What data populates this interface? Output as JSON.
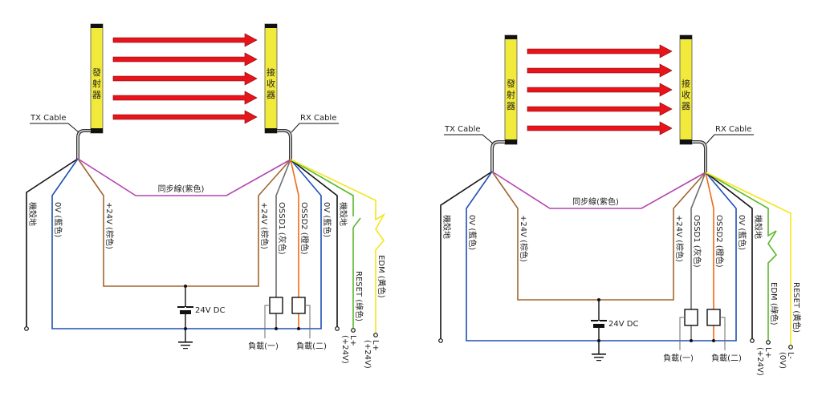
{
  "diagrams": [
    {
      "id": "left",
      "emitter_label": [
        "發",
        "射",
        "器"
      ],
      "receiver_label": [
        "接",
        "收",
        "器"
      ],
      "tx_cable_label": "TX Cable",
      "rx_cable_label": "RX Cable",
      "sync_label": "同步線(紫色)",
      "power_label": "24V DC",
      "tx_wires": {
        "shield": "機殼地",
        "zero_v": "0V (藍色)",
        "plus24": "+24V (棕色)"
      },
      "rx_wires": {
        "plus24": "+24V (棕色)",
        "ossd1": "OSSD1 (灰色)",
        "ossd2": "OSSD2 (橙色)",
        "zero_v": "0V (藍色)",
        "shield": "機殼地",
        "green_wire": "RESET (綠色)",
        "yellow_wire": "EDM (黃色)"
      },
      "load1": "負載(一)",
      "load2": "負載(二)",
      "green_terminal": [
        "L+",
        "(+24V)"
      ],
      "yellow_terminal": [
        "L+",
        "(+24V)"
      ]
    },
    {
      "id": "right",
      "emitter_label": [
        "發",
        "射",
        "器"
      ],
      "receiver_label": [
        "接",
        "收",
        "器"
      ],
      "tx_cable_label": "TX Cable",
      "rx_cable_label": "RX Cable",
      "sync_label": "同步線(紫色)",
      "power_label": "24V DC",
      "tx_wires": {
        "shield": "機殼地",
        "zero_v": "0V (藍色)",
        "plus24": "+24V (棕色)"
      },
      "rx_wires": {
        "plus24": "+24V (棕色)",
        "ossd1": "OSSD1 (灰色)",
        "ossd2": "OSSD2 (橙色)",
        "zero_v": "0V (藍色)",
        "shield": "機殼地",
        "green_wire": "EDM (綠色)",
        "yellow_wire": "RESET (黃色)"
      },
      "load1": "負載(一)",
      "load2": "負載(二)",
      "green_terminal": [
        "L+",
        "(+24V)"
      ],
      "yellow_terminal": [
        "L-",
        "(0V)"
      ]
    }
  ],
  "colors": {
    "bar_fill": "#f2ea3a",
    "bar_cap": "#111111",
    "arrow": "#e8141b",
    "black": "#111111",
    "blue": "#1f4fb3",
    "brown": "#a0652c",
    "purple": "#b245b0",
    "gray": "#6d6d6d",
    "orange": "#f06a14",
    "green": "#5ab82a",
    "yellow": "#f3e61c"
  }
}
